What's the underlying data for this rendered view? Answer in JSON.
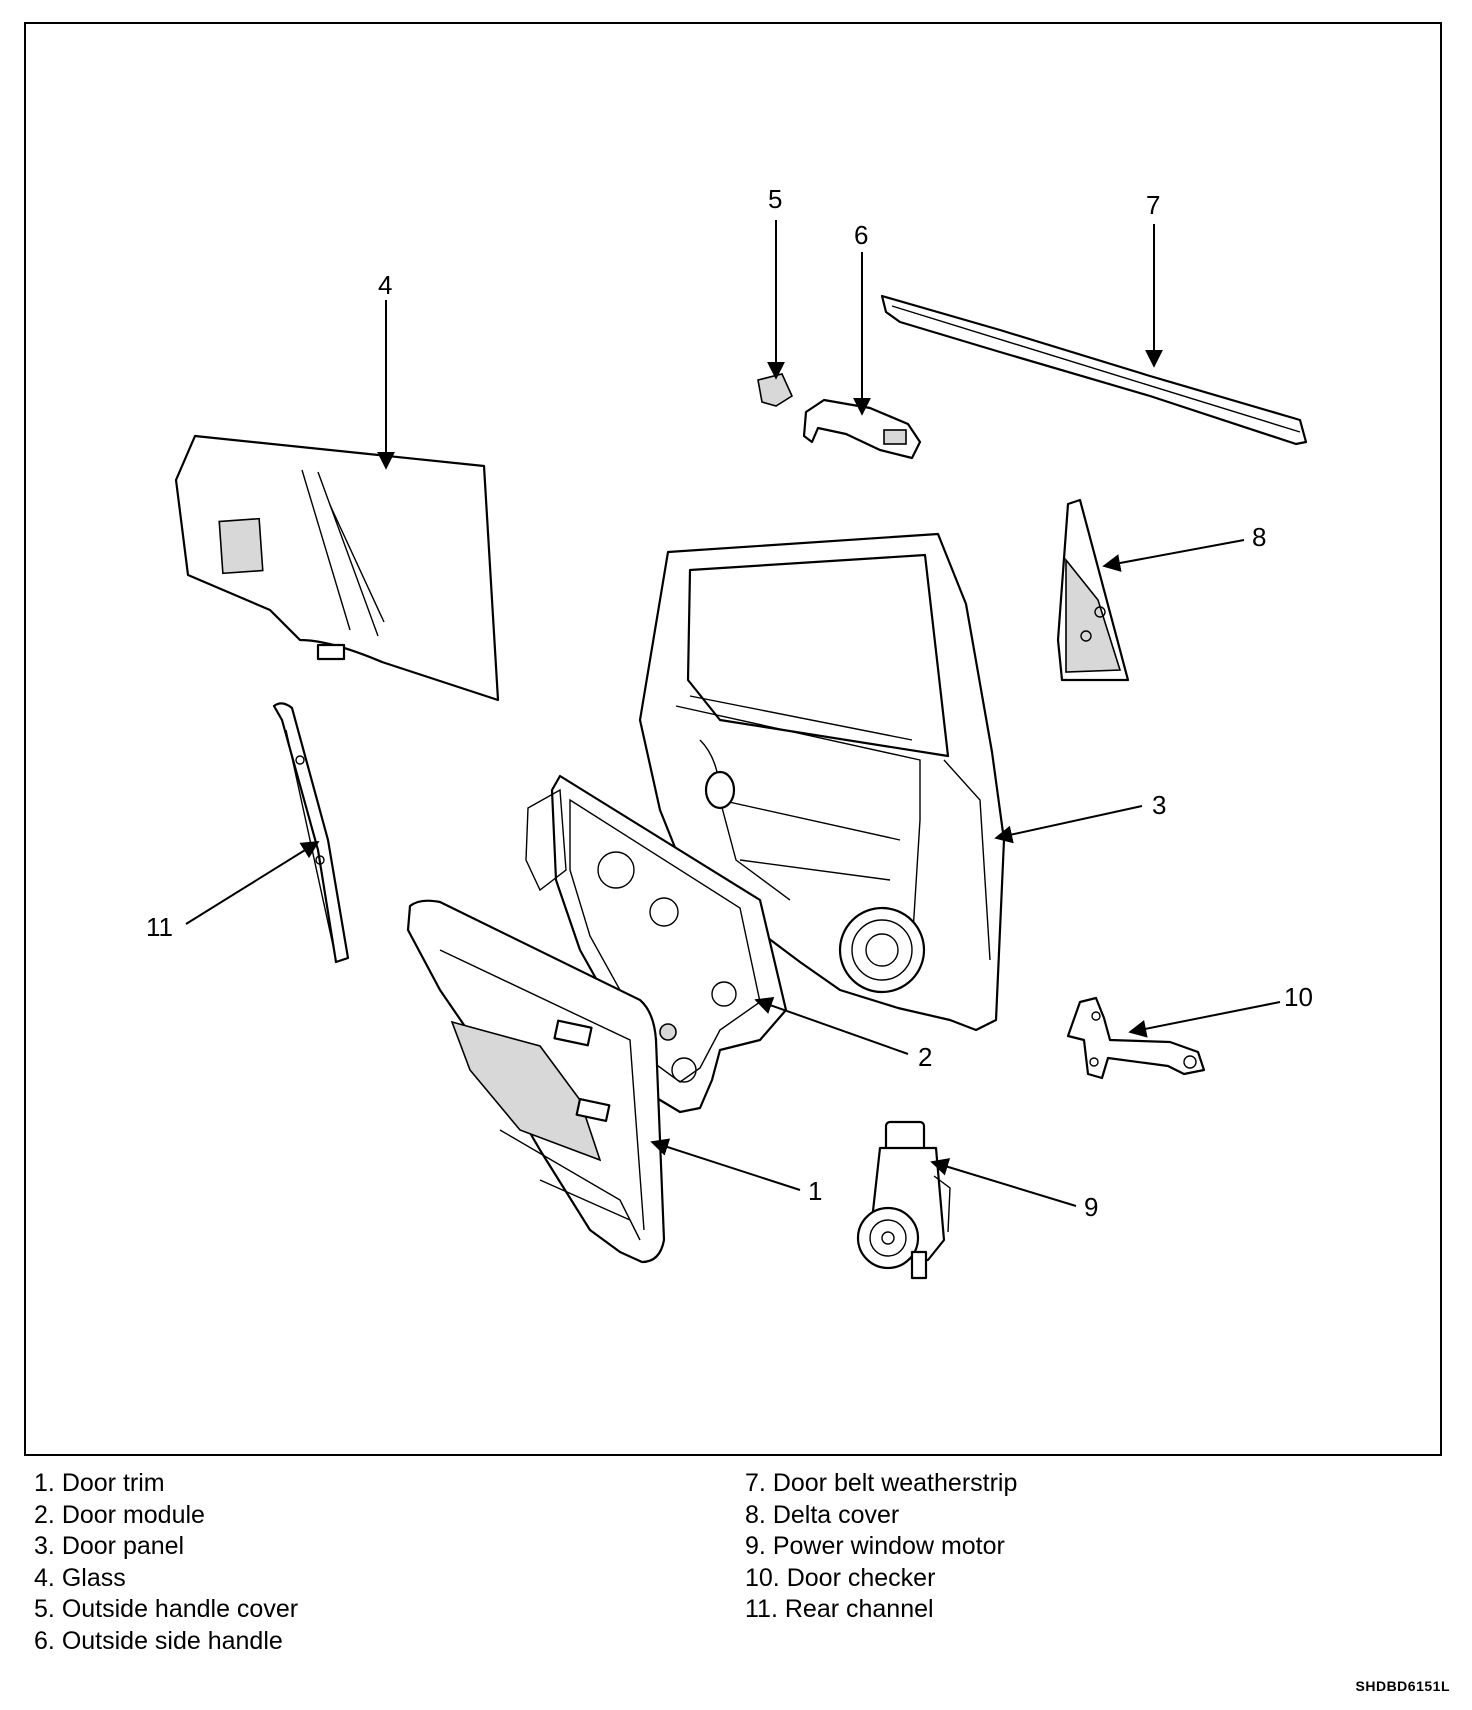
{
  "callouts": {
    "c1": "1",
    "c2": "2",
    "c3": "3",
    "c4": "4",
    "c5": "5",
    "c6": "6",
    "c7": "7",
    "c8": "8",
    "c9": "9",
    "c10": "10",
    "c11": "11"
  },
  "legend_left": [
    {
      "num": "1.",
      "label": "Door trim"
    },
    {
      "num": "2.",
      "label": "Door module"
    },
    {
      "num": "3.",
      "label": "Door panel"
    },
    {
      "num": "4.",
      "label": "Glass"
    },
    {
      "num": "5.",
      "label": "Outside handle cover"
    },
    {
      "num": "6.",
      "label": "Outside side handle"
    }
  ],
  "legend_right": [
    {
      "num": "7.",
      "label": "Door belt weatherstrip"
    },
    {
      "num": "8.",
      "label": "Delta cover"
    },
    {
      "num": "9.",
      "label": "Power window motor"
    },
    {
      "num": "10.",
      "label": "Door checker"
    },
    {
      "num": "11.",
      "label": "Rear channel"
    }
  ],
  "figure_code": "SHDBD6151L"
}
